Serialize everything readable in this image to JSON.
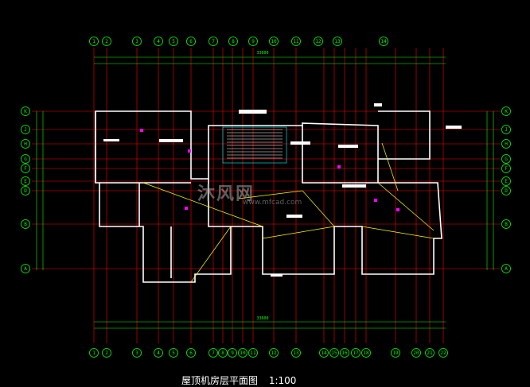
{
  "drawing": {
    "title": "屋顶机房层平面图",
    "scale": "1:100"
  },
  "watermark": {
    "text": "沐风网",
    "url": "www.mfcad.com"
  },
  "colors": {
    "background": "#000000",
    "grid": "#ff0000",
    "dimension": "#00ff00",
    "wall": "#ffffff",
    "axis_bubble": "#00ff00",
    "annotation": "#ffff00",
    "marker": "#ff00ff",
    "stair": "#00ffff"
  },
  "axes": {
    "top_labels": [
      "1",
      "2",
      "3",
      "4",
      "5",
      "6",
      "7",
      "8",
      "9",
      "10",
      "11",
      "12",
      "13",
      "14"
    ],
    "bottom_labels": [
      "1",
      "2",
      "3",
      "4",
      "5",
      "6",
      "7",
      "8",
      "9",
      "10",
      "11",
      "12",
      "13",
      "14",
      "15",
      "16",
      "17",
      "18",
      "19",
      "20",
      "21",
      "22"
    ],
    "left_labels": [
      "K",
      "J",
      "H",
      "G",
      "F",
      "E",
      "D",
      "B",
      "A"
    ],
    "right_labels": [
      "K",
      "J",
      "H",
      "G",
      "F",
      "E",
      "D",
      "B",
      "A"
    ]
  },
  "dimensions": {
    "top_overall": "33600",
    "bottom_overall": "33600"
  }
}
